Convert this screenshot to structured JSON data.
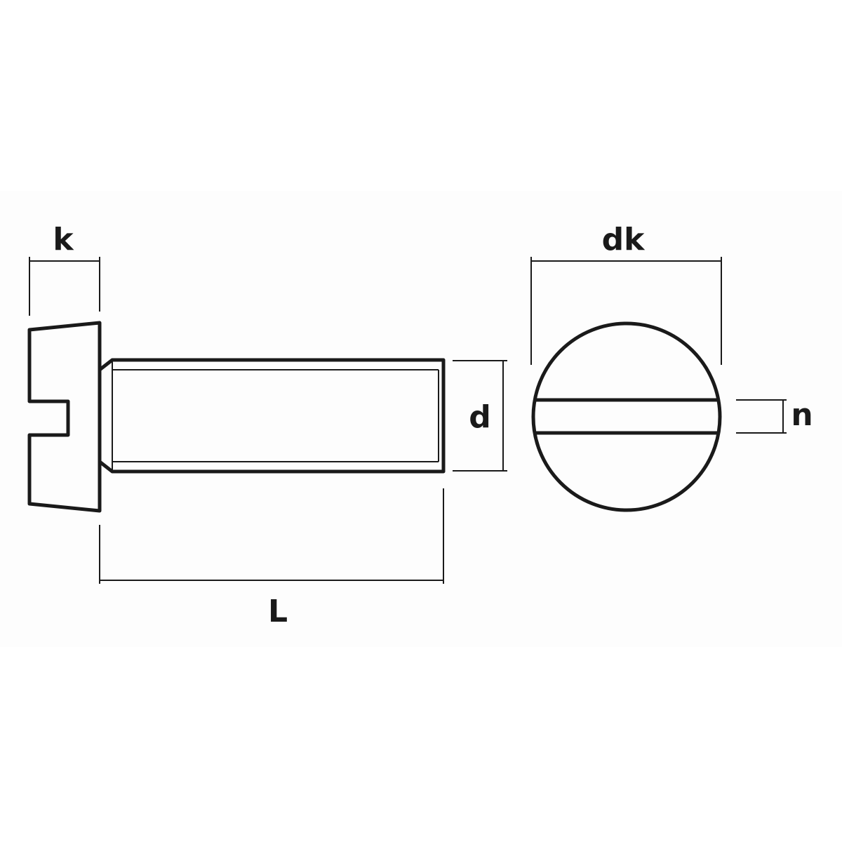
{
  "drawing": {
    "labels": {
      "head_height": "k",
      "head_diameter": "dk",
      "thread_diameter": "d",
      "slot_width": "n",
      "length": "L"
    },
    "colors": {
      "line": "#1a1a1a",
      "background": "#ffffff"
    }
  }
}
